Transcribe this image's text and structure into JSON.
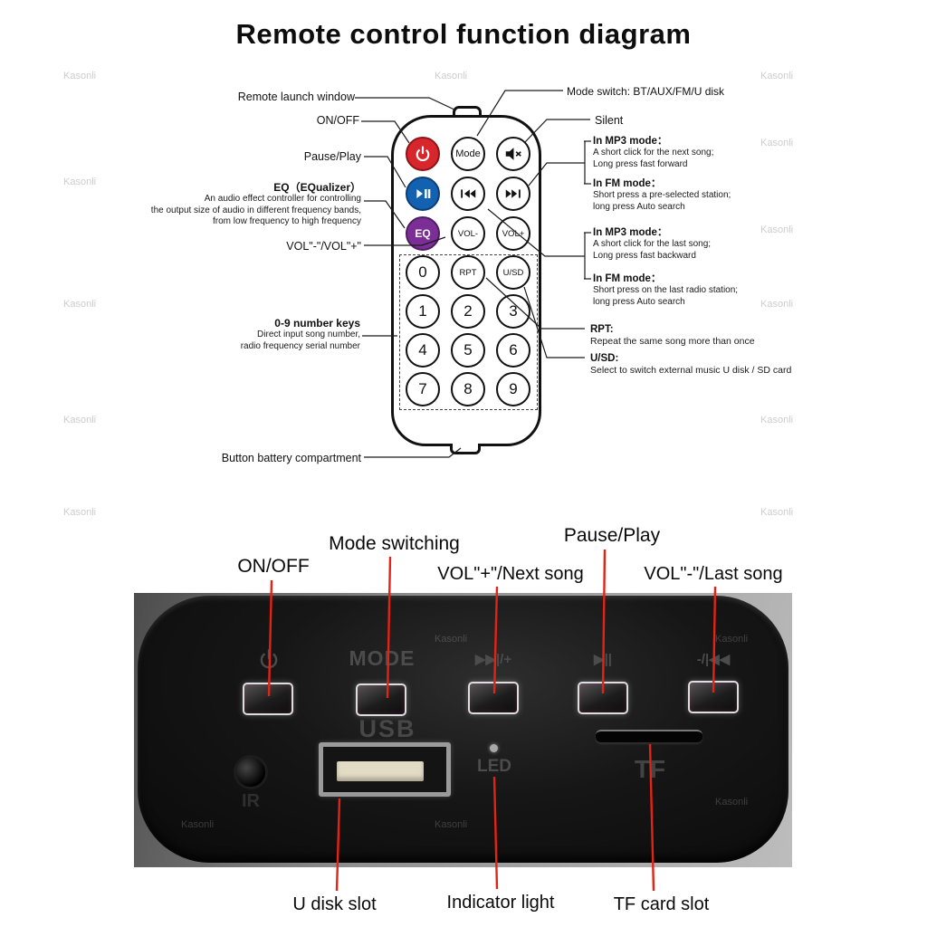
{
  "title": "Remote control function diagram",
  "watermark": "Kasonli",
  "colors": {
    "power_red": "#d7262c",
    "play_blue": "#1362b1",
    "eq_purple": "#7b2f96",
    "callout_red": "#e32313"
  },
  "remote": {
    "buttons": {
      "mode": "Mode",
      "eq": "EQ",
      "vol_minus": "VOL-",
      "vol_plus": "VOL+",
      "zero": "0",
      "rpt": "RPT",
      "usd": "U/SD",
      "digits": [
        "1",
        "2",
        "3",
        "4",
        "5",
        "6",
        "7",
        "8",
        "9"
      ]
    },
    "icons": {
      "power": "power-icon",
      "mute": "mute-speaker-icon",
      "play_pause": "play-pause-icon",
      "prev": "previous-track-icon",
      "next": "next-track-icon"
    }
  },
  "left_labels": {
    "remote_launch": "Remote launch window",
    "on_off": "ON/OFF",
    "pause_play": "Pause/Play",
    "eq_title": "EQ（EQualizer）",
    "eq_desc": [
      "An audio effect controller for controlling",
      "the output size of audio in different frequency bands,",
      "from low frequency to high frequency"
    ],
    "vol": "VOL\"-\"/VOL\"+\"",
    "num_title": "0-9 number keys",
    "num_desc": [
      "Direct input song number,",
      "radio frequency serial number"
    ],
    "battery": "Button battery compartment"
  },
  "right_labels": {
    "mode_switch": "Mode switch: BT/AUX/FM/U disk",
    "silent": "Silent",
    "next_mp3_title": "In MP3 mode：",
    "next_mp3_lines": [
      "A short click for the next song;",
      "Long press fast forward"
    ],
    "next_fm_title": "In FM mode：",
    "next_fm_lines": [
      "Short press a pre-selected station;",
      "long press Auto search"
    ],
    "prev_mp3_title": "In MP3 mode：",
    "prev_mp3_lines": [
      "A short click for the last song;",
      "Long press fast backward"
    ],
    "prev_fm_title": "In FM mode：",
    "prev_fm_lines": [
      "Short press on the last radio station;",
      "long press Auto search"
    ],
    "rpt_title": "RPT:",
    "rpt_desc": "Repeat the same song more than once",
    "usd_title": "U/SD:",
    "usd_desc": "Select to switch external music U disk / SD card"
  },
  "bottom": {
    "top_labels": {
      "on_off": "ON/OFF",
      "mode": "Mode switching",
      "vol_next": "VOL\"+\"/Next song",
      "pause_play": "Pause/Play",
      "vol_last": "VOL\"-\"/Last song"
    },
    "bottom_labels": {
      "u_disk": "U disk slot",
      "indicator": "Indicator light",
      "tf": "TF card slot"
    },
    "panel_glyphs": {
      "mode": "MODE",
      "next": "▶▶|/+",
      "play": "▶||",
      "prev": "-/|◀◀",
      "usb": "USB",
      "led": "LED",
      "tf": "TF",
      "ir": "IR"
    }
  }
}
